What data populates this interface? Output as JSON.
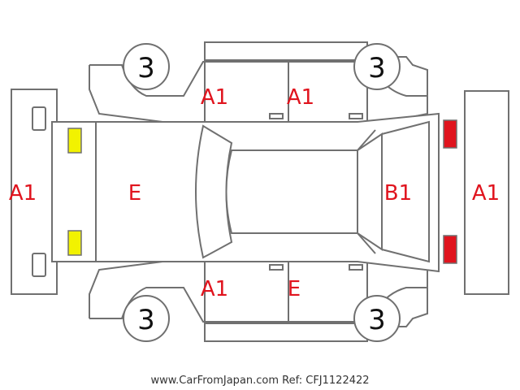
{
  "labels": {
    "front_bumper": "A1",
    "hood": "E",
    "front_left_door": "A1",
    "rear_left_door": "A1",
    "tailgate": "B1",
    "rear_bumper": "A1",
    "front_right_door": "A1",
    "rear_right_door": "E"
  },
  "wheels": {
    "front_left": "3",
    "rear_left": "3",
    "front_right": "3",
    "rear_right": "3"
  },
  "colors": {
    "headlight": "#f2f200",
    "taillight": "#e0141e",
    "label": "#e0141e",
    "outline": "#707070"
  },
  "footer": "www.CarFromJapan.com Ref: CFJ1122422"
}
